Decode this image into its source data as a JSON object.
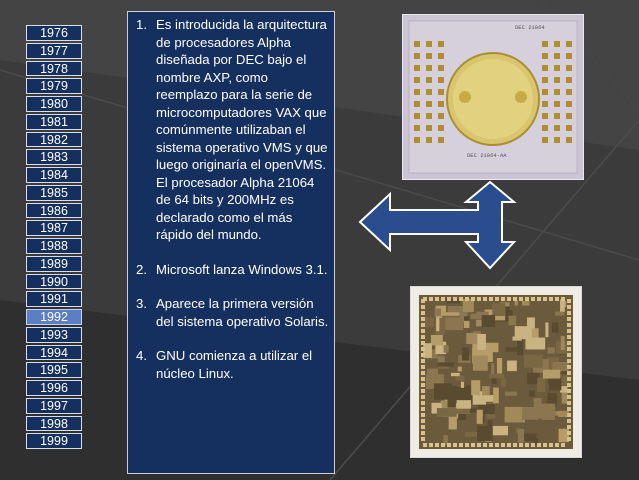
{
  "timeline": {
    "years": [
      "1976",
      "1977",
      "1978",
      "1979",
      "1980",
      "1981",
      "1982",
      "1983",
      "1984",
      "1985",
      "1986",
      "1987",
      "1988",
      "1989",
      "1990",
      "1991",
      "1992",
      "1993",
      "1994",
      "1995",
      "1996",
      "1997",
      "1998",
      "1999"
    ],
    "active_year": "1992"
  },
  "panel": {
    "items": [
      {
        "num": "1.",
        "text": "Es introducida la arquitectura de procesadores Alpha diseñada por DEC bajo el nombre AXP, como reemplazo para la serie de microcomputadores VAX que comúnmente utilizaban el sistema operativo VMS y que luego originaría el openVMS. El procesador Alpha 21064 de 64 bits y 200MHz es declarado como el más rápido del mundo."
      },
      {
        "num": "2.",
        "text": "Microsoft lanza Windows 3.1."
      },
      {
        "num": "3.",
        "text": "Aparece la primera versión del sistema operativo Solaris."
      },
      {
        "num": "4.",
        "text": "GNU comienza a utilizar el núcleo Linux."
      }
    ]
  },
  "images": {
    "chip_package_label": "DEC 21064",
    "chip_package_label2": "DEC 21064-AA"
  },
  "colors": {
    "panel_bg": "#15305f",
    "year_active": "#5c7fc4",
    "arrow_fill": "#2a4d8f"
  }
}
